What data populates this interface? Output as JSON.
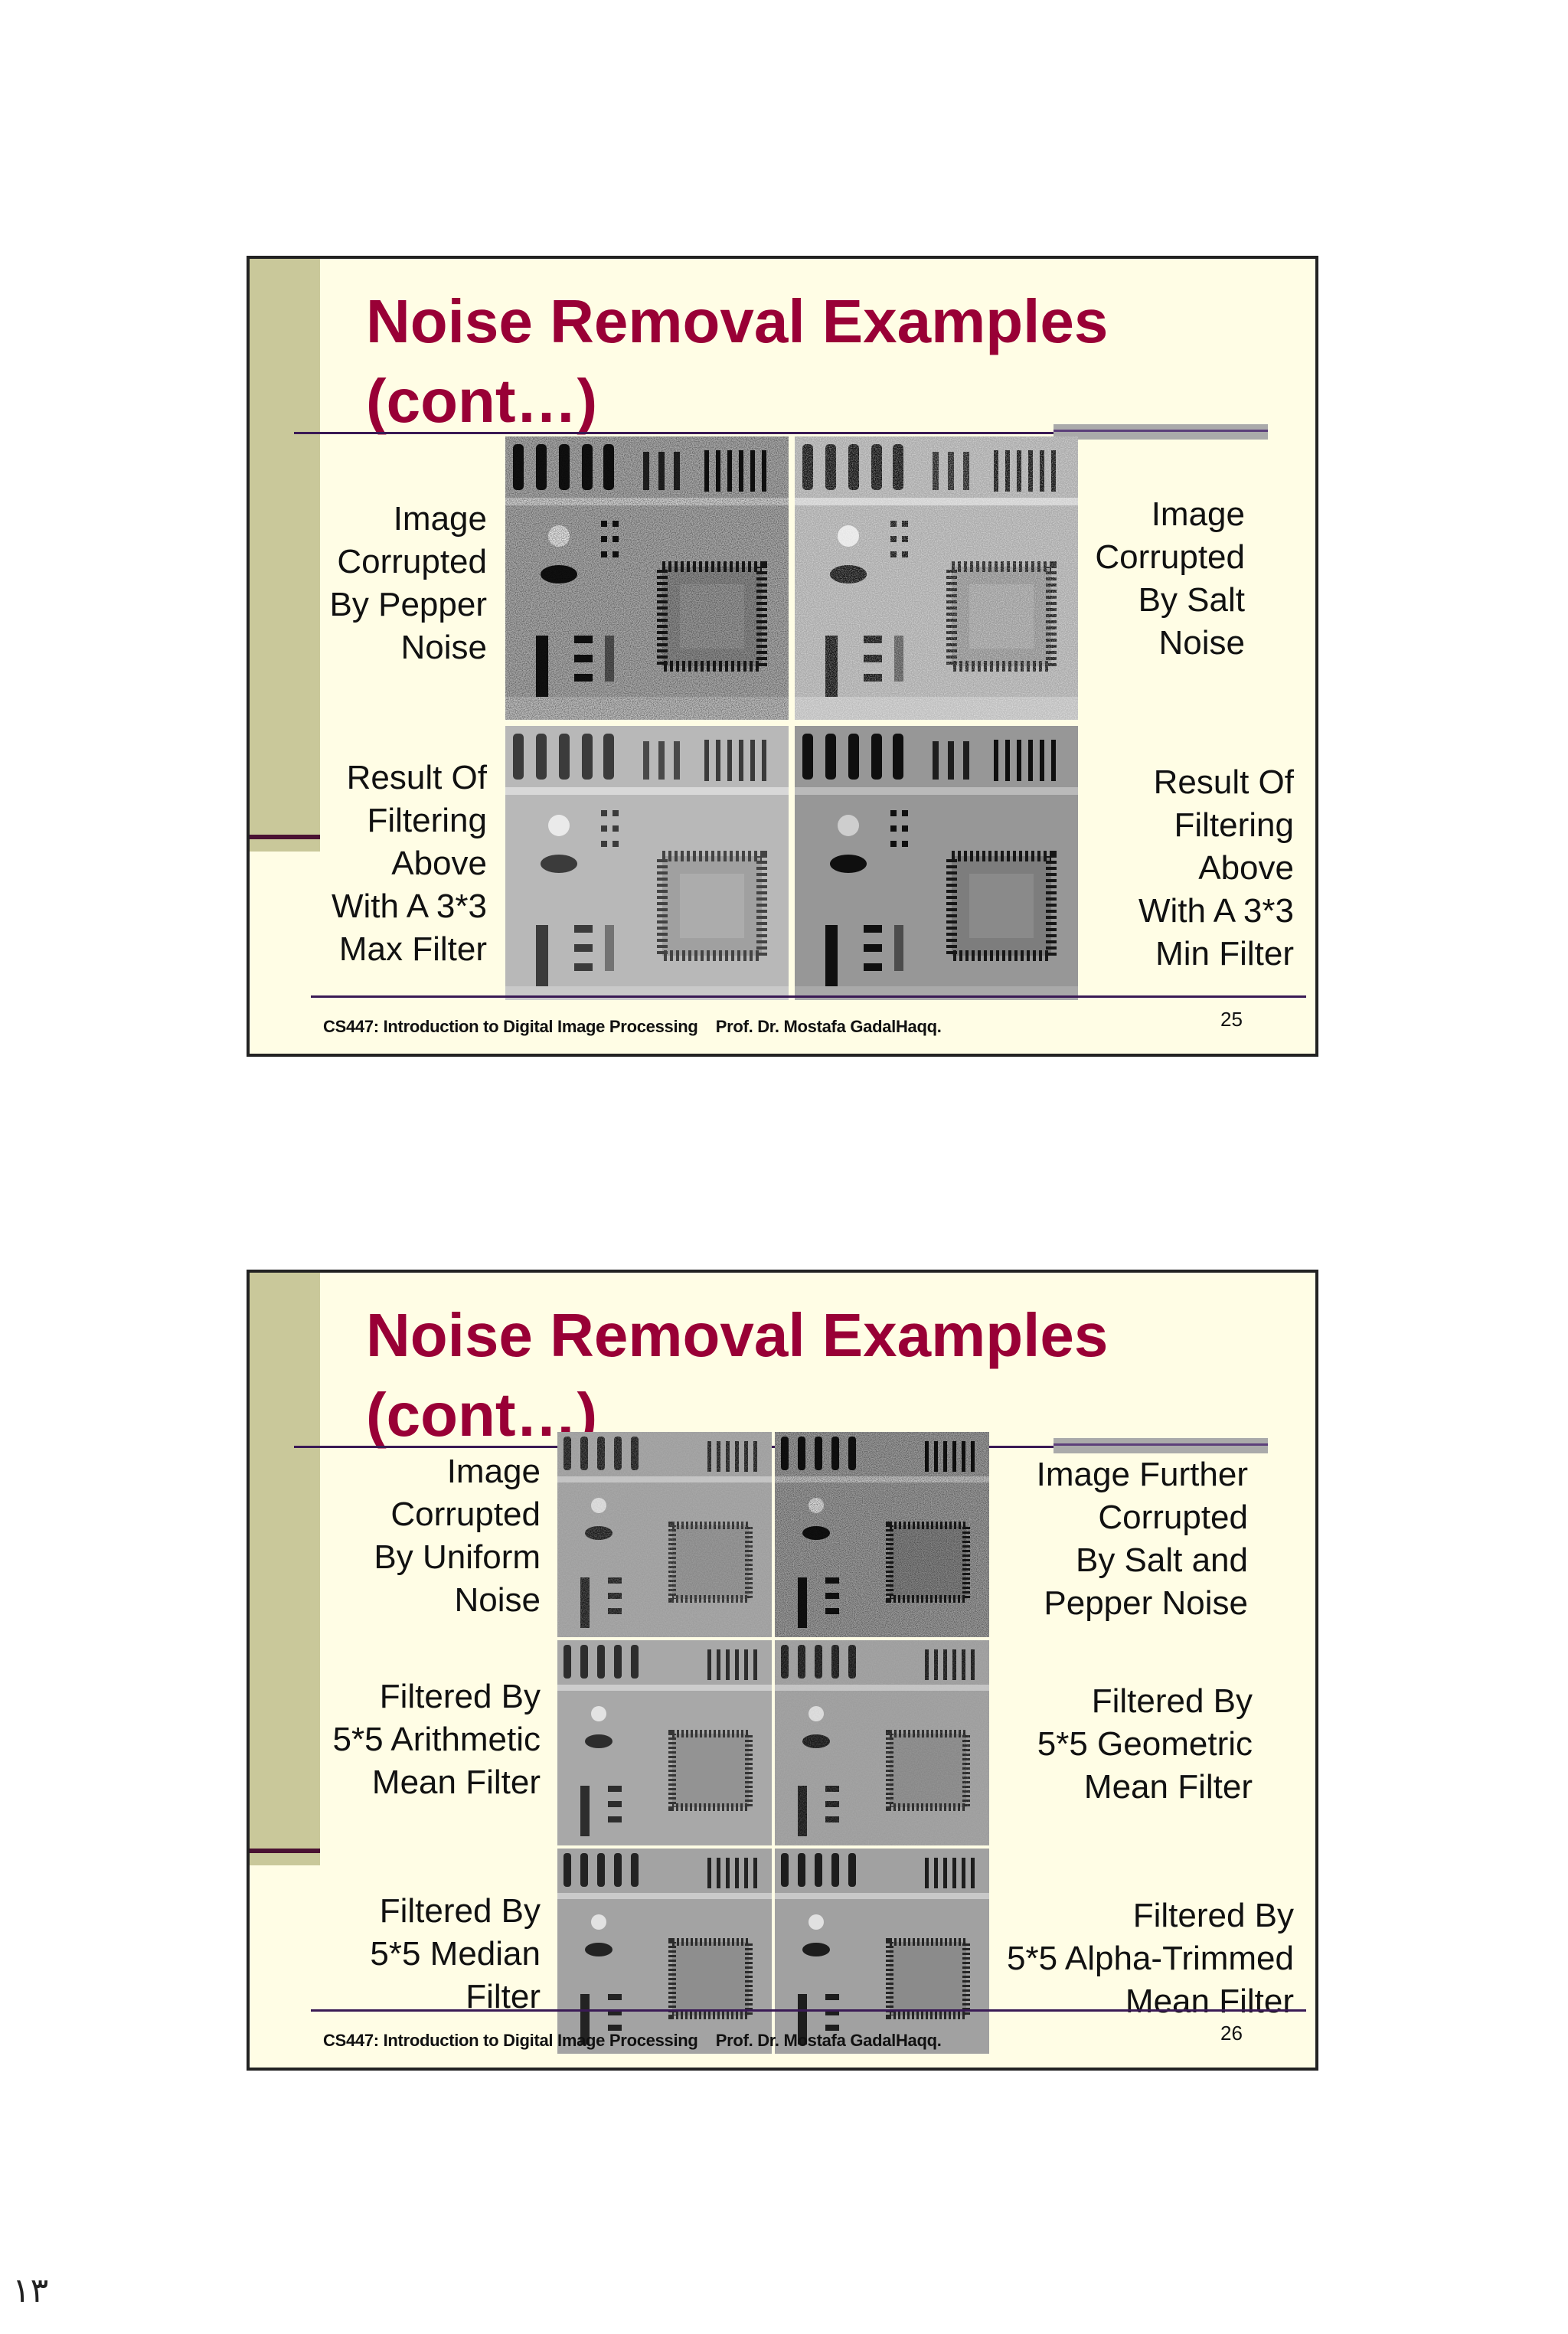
{
  "page_number": "١٣",
  "footer": {
    "course": "CS447: Introduction to Digital Image Processing",
    "author": "Prof. Dr. Mostafa GadalHaqq."
  },
  "slides": [
    {
      "title": "Noise Removal Examples (cont…)",
      "number": "25",
      "labels": [
        "Image\nCorrupted\nBy Pepper\nNoise",
        "Image\nCorrupted\nBy Salt\nNoise",
        "Result Of\nFiltering\nAbove\nWith A 3*3\nMax Filter",
        "Result Of\nFiltering\nAbove\nWith A 3*3\nMin Filter"
      ]
    },
    {
      "title": "Noise Removal Examples (cont…)",
      "number": "26",
      "labels": [
        "Image\nCorrupted\nBy Uniform\nNoise",
        "Image Further\nCorrupted\nBy Salt and\nPepper Noise",
        "Filtered By\n5*5 Arithmetic\nMean Filter",
        "Filtered By\n5*5 Geometric\nMean Filter",
        "Filtered By\n5*5 Median\nFilter",
        "Filtered By\n5*5 Alpha-Trimmed\nMean Filter"
      ]
    }
  ],
  "colors": {
    "title": "#990036",
    "slide_bg": "#fffde5",
    "sidebar": "#c9c89a"
  }
}
